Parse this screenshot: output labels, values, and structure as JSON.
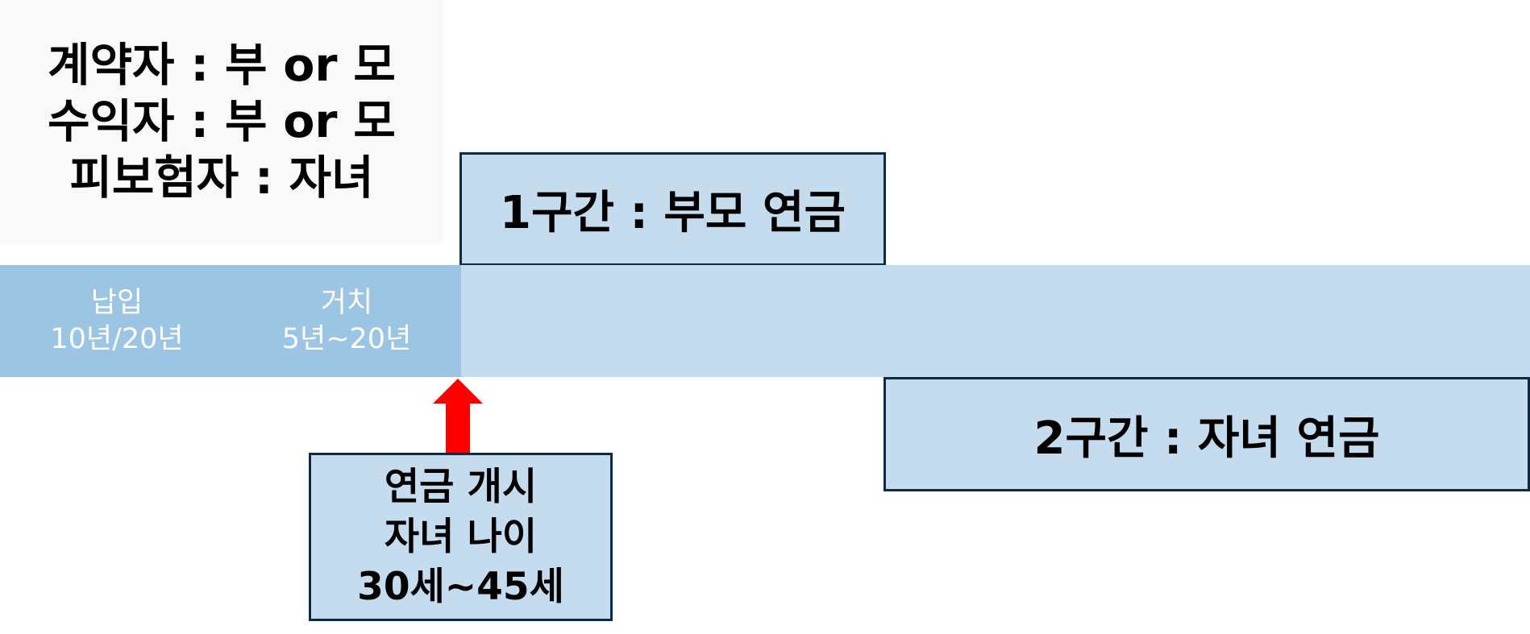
{
  "info": {
    "contractor": "계약자 : 부 or 모",
    "beneficiary": "수익자 : 부 or 모",
    "insured": "피보험자 : 자녀"
  },
  "timeline": {
    "pay": {
      "label": "납입",
      "period": "10년/20년"
    },
    "defer": {
      "label": "거치",
      "period": "5년~20년"
    }
  },
  "section1": "1구간 : 부모 연금",
  "section2": "2구간 : 자녀 연금",
  "start": {
    "line1": "연금 개시",
    "line2": "자녀 나이",
    "line3": "30세~45세"
  },
  "colors": {
    "box_fill": "#c5dcee",
    "box_border": "#0f2a44",
    "timeline_past": "#9bc5e3",
    "timeline_future": "#c5dcee",
    "arrow": "#ff0000"
  }
}
